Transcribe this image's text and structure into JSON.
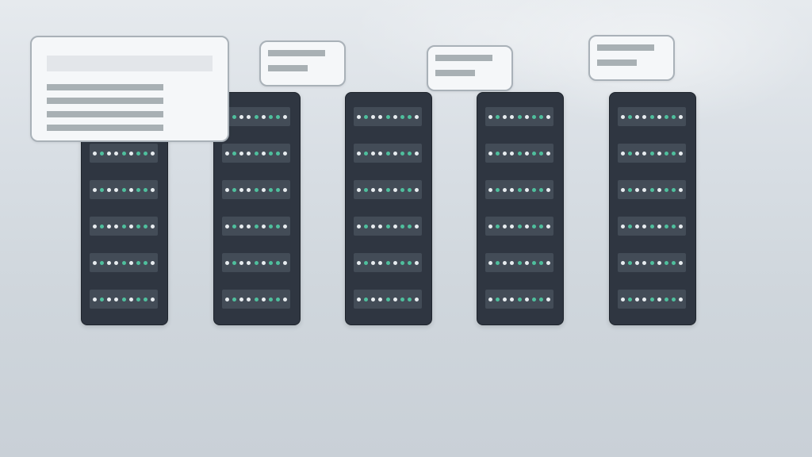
{
  "scene": {
    "background_top": "#e6eaee",
    "background_bottom": "#c9d0d7",
    "rack_color": "#2f3641",
    "unit_color": "#434c57",
    "led_colors": {
      "white": "#e7ecef",
      "green": "#4fbf9d"
    },
    "card_color": "#f5f7f9",
    "card_border": "#a9b1b8",
    "placeholder_bar_color": "#a8b0b4"
  },
  "racks": [
    {
      "units": 6,
      "led_pattern": [
        "w",
        "g",
        "w",
        "w",
        "g",
        "w",
        "g",
        "g",
        "w"
      ]
    },
    {
      "units": 6,
      "led_pattern": [
        "w",
        "g",
        "w",
        "w",
        "g",
        "w",
        "g",
        "g",
        "w"
      ]
    },
    {
      "units": 6,
      "led_pattern": [
        "w",
        "g",
        "w",
        "w",
        "g",
        "w",
        "g",
        "g",
        "w"
      ]
    },
    {
      "units": 6,
      "led_pattern": [
        "w",
        "g",
        "w",
        "w",
        "g",
        "w",
        "g",
        "g",
        "w"
      ]
    },
    {
      "units": 6,
      "led_pattern": [
        "w",
        "g",
        "w",
        "w",
        "g",
        "w",
        "g",
        "g",
        "w"
      ]
    }
  ]
}
